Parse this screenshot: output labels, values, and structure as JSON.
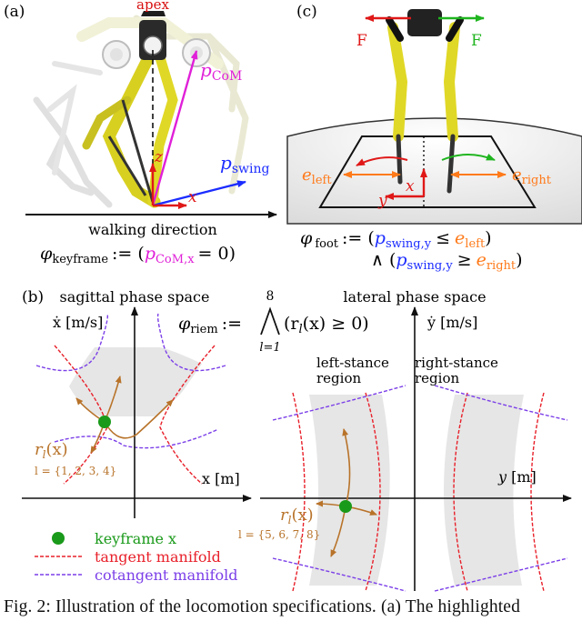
{
  "panel_a": {
    "label": "(a)",
    "apex": "apex",
    "p_com": "p",
    "p_com_sub": "CoM",
    "p_swing": "p",
    "p_swing_sub": "swing",
    "z": "z",
    "x": "x",
    "walking_direction": "walking direction",
    "phi": "φ",
    "phi_sub": "keyframe",
    "spec_assign": ":= (",
    "spec_p": "p",
    "spec_p_sub": "CoM,x",
    "spec_eq": "= 0)",
    "colors": {
      "magenta": "#e020d8",
      "blue": "#1b2cff",
      "red": "#e01818",
      "apex_red": "#d81010"
    }
  },
  "panel_c": {
    "label": "(c)",
    "force_left": "F",
    "force_right": "F",
    "e_left": "e",
    "e_left_sub": "left",
    "e_right": "e",
    "e_right_sub": "right",
    "x": "x",
    "y": "y",
    "phi": "φ",
    "phi_sub": "foot",
    "line1_open": ":= (",
    "line1_p": "p",
    "line1_p_sub": "swing,y",
    "line1_le": "≤",
    "line1_e": "e",
    "line1_e_sub": "left",
    "line1_close": ")",
    "line2_and": "∧ (",
    "line2_p": "p",
    "line2_p_sub": "swing,y",
    "line2_ge": "≥",
    "line2_e": "e",
    "line2_e_sub": "right",
    "line2_close": ")",
    "colors": {
      "red": "#e01818",
      "green": "#1fb51f",
      "orange": "#ff7a1a",
      "blue": "#1b2cff"
    }
  },
  "panel_b": {
    "label": "(b)",
    "sagittal_title": "sagittal phase space",
    "sagittal_y_axis": "ẋ [m/s]",
    "sagittal_x_axis": "x [m]",
    "riem_phi": "φ",
    "riem_sub": "riem",
    "riem_assign": ":=",
    "riem_upper": "8",
    "riem_lower": "l=1",
    "riem_expr_r": "(r",
    "riem_expr_l": "l",
    "riem_expr_x": "(x) ≥ 0)",
    "lateral_title": "lateral phase space",
    "lateral_y_axis": "ẏ [m/s]",
    "lateral_x_axis": "y [m]",
    "left_stance_1": "left-stance",
    "left_stance_2": "region",
    "right_stance_1": "right-stance",
    "right_stance_2": "region",
    "rl_left": "r",
    "rl_left_sub": "l",
    "rl_left_arg": "(x)",
    "l_set_left": "l = {1, 2, 3, 4}",
    "rl_right": "r",
    "rl_right_sub": "l",
    "rl_right_arg": "(x)",
    "l_set_right": "l = {5, 6, 7, 8}",
    "legend": [
      {
        "label": "keyframe x",
        "kind": "dot"
      },
      {
        "label": "tangent manifold",
        "kind": "red-dash"
      },
      {
        "label": "cotangent manifold",
        "kind": "purple-dash"
      }
    ],
    "colors": {
      "green": "#1a9a1a",
      "brown": "#b8732a",
      "tangent": "#e8202a",
      "cotangent": "#7b3fe8",
      "fill": "#e6e6e6"
    }
  },
  "caption": "Fig. 2: Illustration of the locomotion specifications. (a) The highlighted"
}
